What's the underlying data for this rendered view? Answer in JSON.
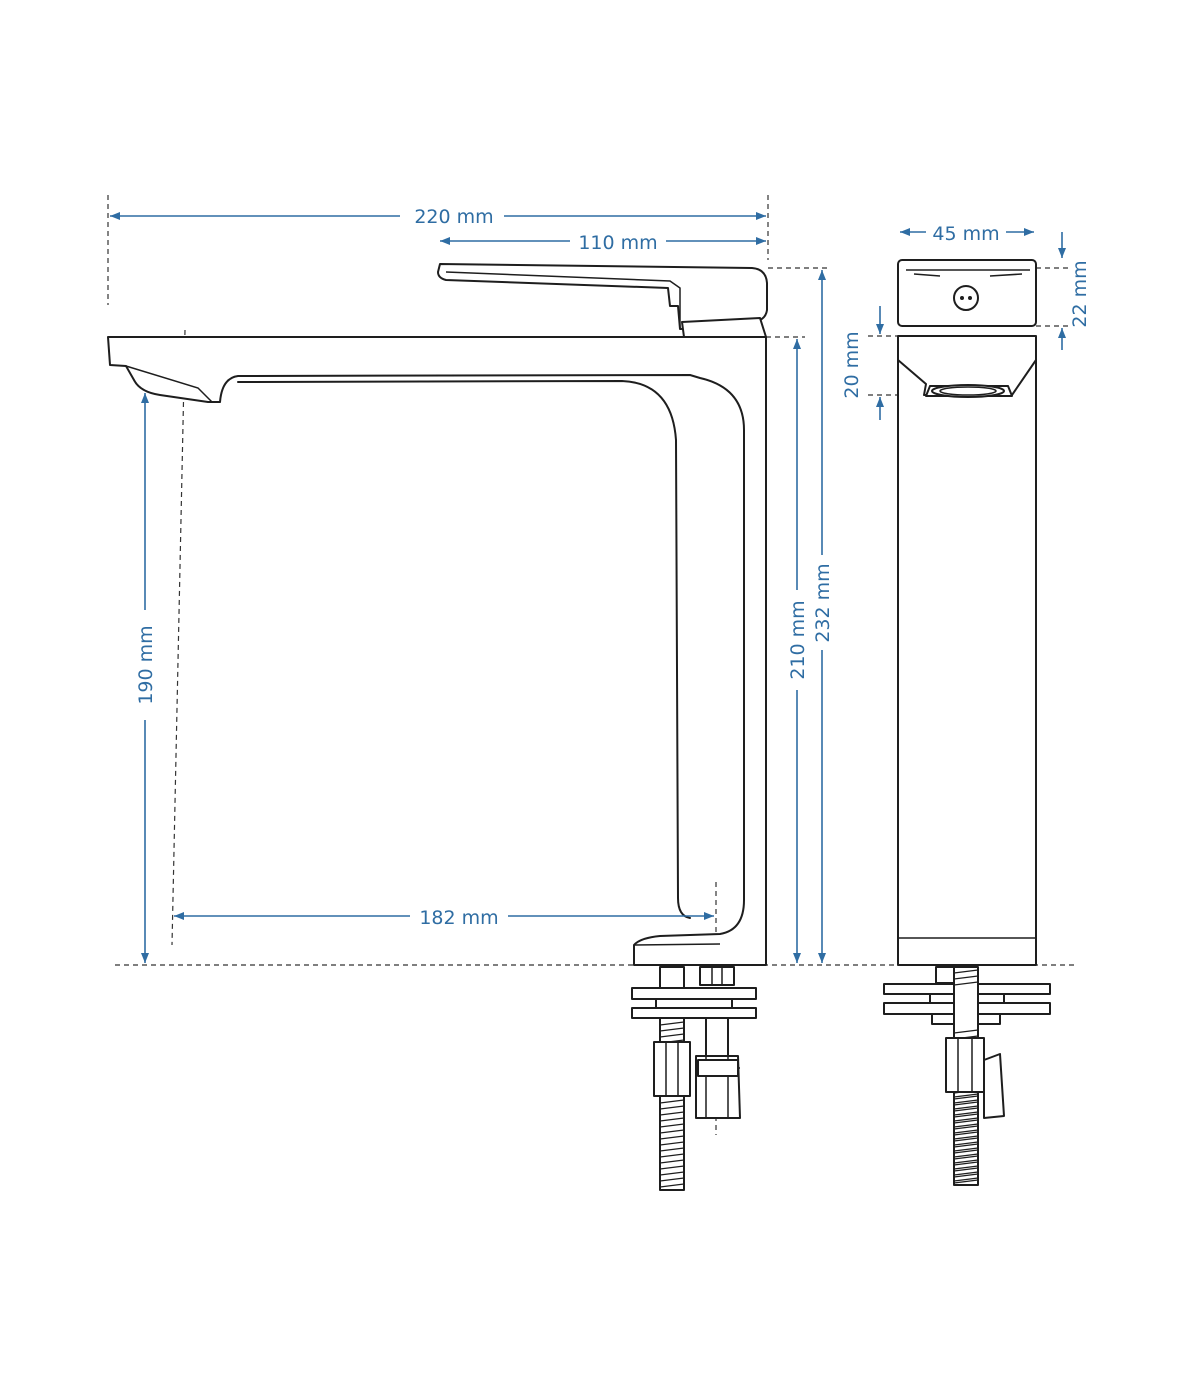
{
  "dimensions": {
    "total_length": "220 mm",
    "handle_length": "110 mm",
    "spout_height": "190 mm",
    "body_height": "210 mm",
    "total_height": "232 mm",
    "spout_reach": "182 mm",
    "body_width": "45 mm",
    "handle_height": "22 mm",
    "spout_outlet_height": "20 mm"
  },
  "colors": {
    "dimension": "#2f6da3",
    "outline": "#1e1e1e",
    "background": "#ffffff"
  }
}
